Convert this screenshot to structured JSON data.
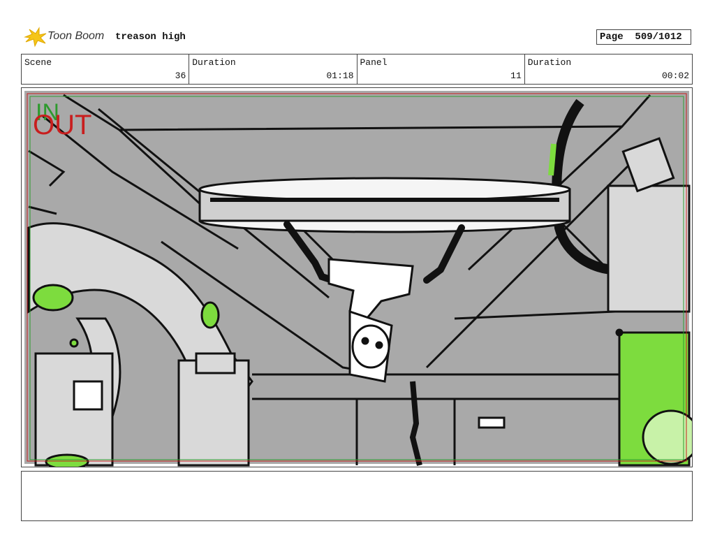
{
  "header": {
    "logo_text": "Toon Boom",
    "project_title": "treason high",
    "page_label": "Page",
    "page_value": "509/1012"
  },
  "info": {
    "scene_label": "Scene",
    "scene_value": "36",
    "scene_duration_label": "Duration",
    "scene_duration_value": "01:18",
    "panel_label": "Panel",
    "panel_value": "11",
    "panel_duration_label": "Duration",
    "panel_duration_value": "00:02"
  },
  "panel_markers": {
    "in_label": "IN",
    "out_label": "OUT"
  },
  "colors": {
    "background_gray": "#a9a9a9",
    "slime_green": "#7ddc3e",
    "in_marker": "#2e9a2e",
    "out_marker": "#c81e1e"
  }
}
